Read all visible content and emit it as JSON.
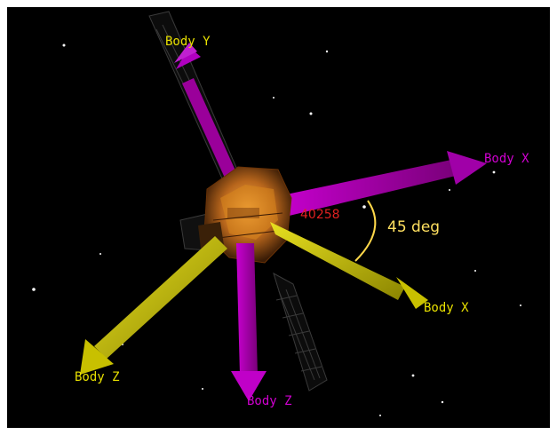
{
  "scene": {
    "satellite_id": "40258",
    "angle_annotation": "45 deg",
    "axes": [
      {
        "id": "body-y",
        "label": "Body Y",
        "frame": "original",
        "color": "#b000c0"
      },
      {
        "id": "body-x",
        "label": "Body X",
        "frame": "original",
        "color": "#a000a8"
      },
      {
        "id": "body-z",
        "label": "Body Z",
        "frame": "original",
        "color": "#c000c8"
      },
      {
        "id": "body-x-rotated",
        "label": "Body X",
        "frame": "rotated",
        "color": "#c8c000"
      },
      {
        "id": "body-z-rotated",
        "label": "Body Z",
        "frame": "rotated",
        "color": "#c8c000"
      }
    ],
    "colors": {
      "background": "#000000",
      "original_label": "#d000d0",
      "rotated_label": "#e8e000",
      "satellite_id": "#e02020",
      "angle_arc": "#ffd84a",
      "angle_text": "#ffe060",
      "satellite_body": "#b0601a"
    }
  }
}
